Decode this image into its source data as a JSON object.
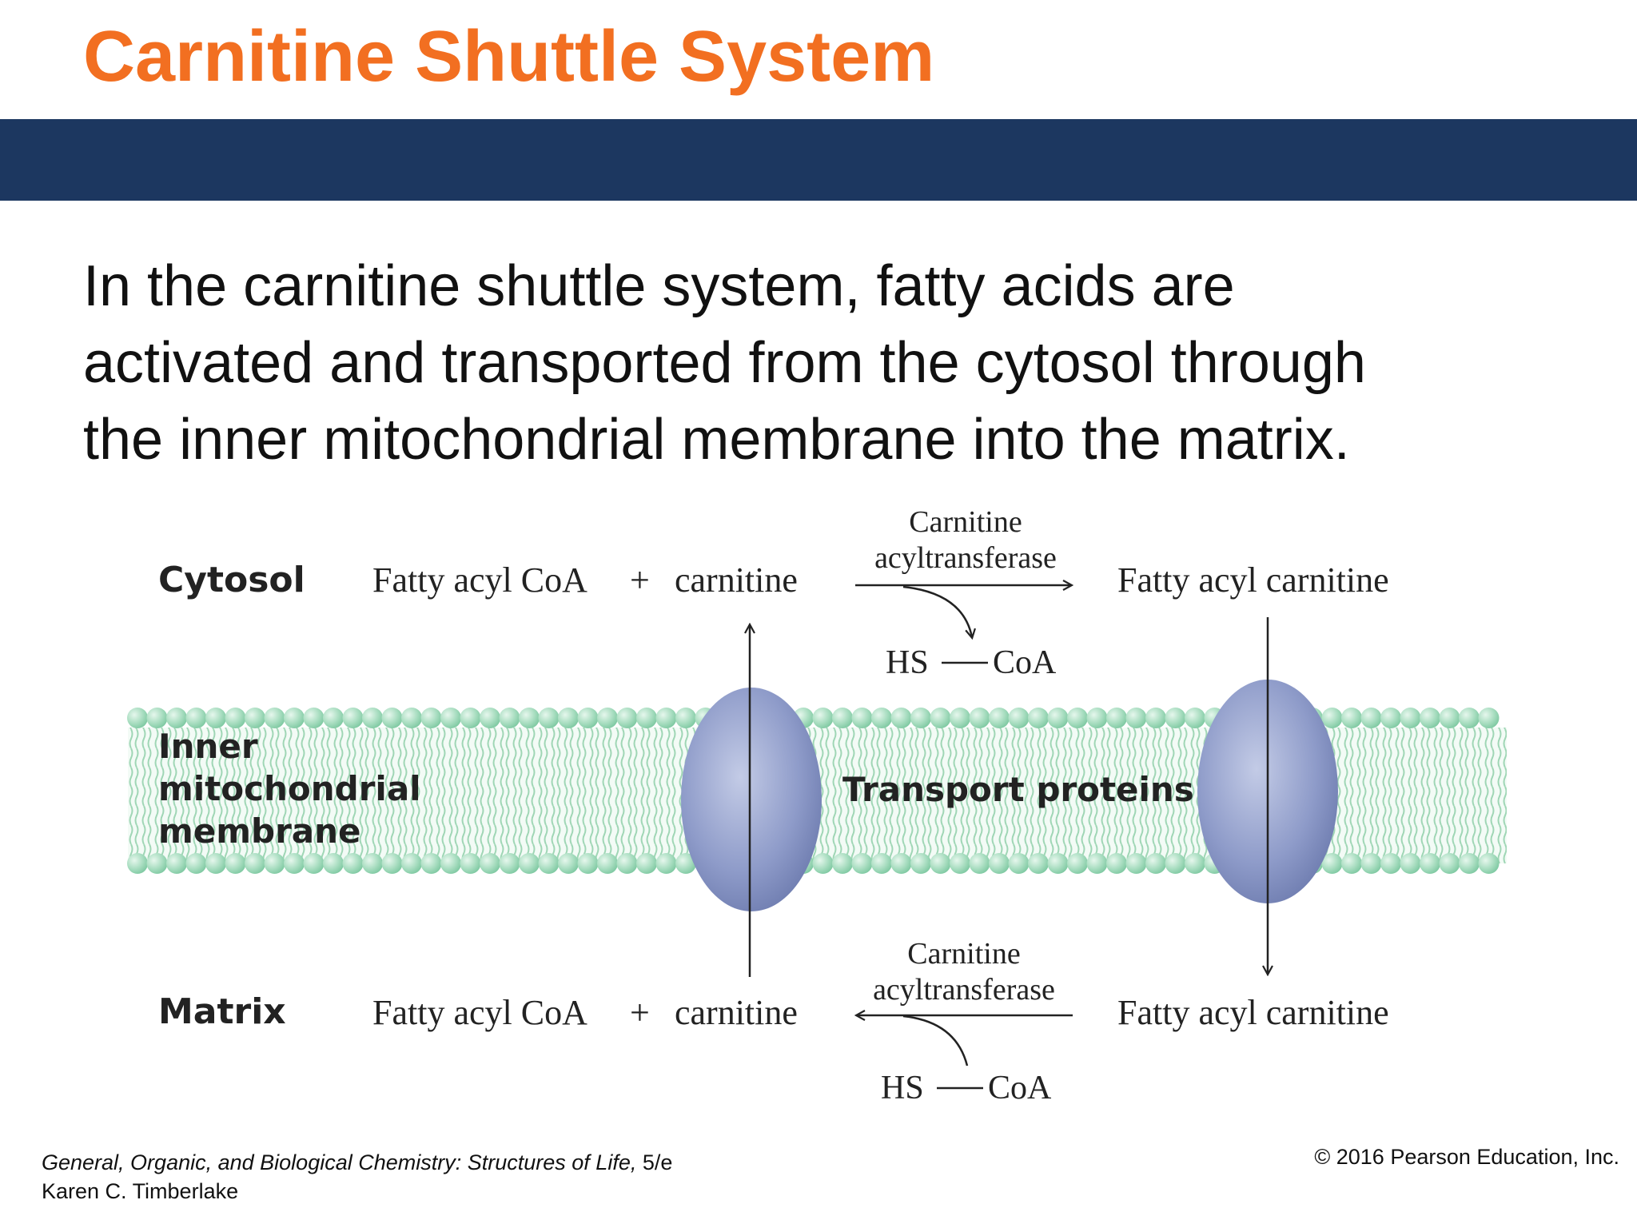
{
  "slide": {
    "title": "Carnitine Shuttle System",
    "body_lines": [
      "In the carnitine shuttle system, fatty acids are",
      "activated and transported from the cytosol through",
      "the inner mitochondrial membrane into the matrix."
    ]
  },
  "diagram": {
    "cytosol_label": "Cytosol",
    "matrix_label": "Matrix",
    "membrane_label_lines": [
      "Inner",
      "mitochondrial",
      "membrane"
    ],
    "transport_label": "Transport proteins",
    "cytosol_reactant_1": "Fatty acyl CoA",
    "cytosol_plus": "+",
    "cytosol_reactant_2": "carnitine",
    "cytosol_product": "Fatty acyl carnitine",
    "cytosol_enzyme_lines": [
      "Carnitine",
      "acyltransferase"
    ],
    "cytosol_byproduct_left": "HS",
    "cytosol_byproduct_right": "CoA",
    "matrix_product_1": "Fatty acyl CoA",
    "matrix_plus": "+",
    "matrix_product_2": "carnitine",
    "matrix_reactant": "Fatty acyl carnitine",
    "matrix_enzyme_lines": [
      "Carnitine",
      "acyltransferase"
    ],
    "matrix_cosubstrate_left": "HS",
    "matrix_cosubstrate_right": "CoA"
  },
  "footer": {
    "book_title": "General, Organic, and Biological Chemistry: Structures of Life,",
    "edition": " 5/e",
    "author": "Karen C. Timberlake",
    "copyright": "© 2016 Pearson Education, Inc."
  },
  "colors": {
    "title": "#f26f21",
    "band": "#1c3760",
    "membrane": "#9fd9b8",
    "protein": "#8796c4"
  }
}
